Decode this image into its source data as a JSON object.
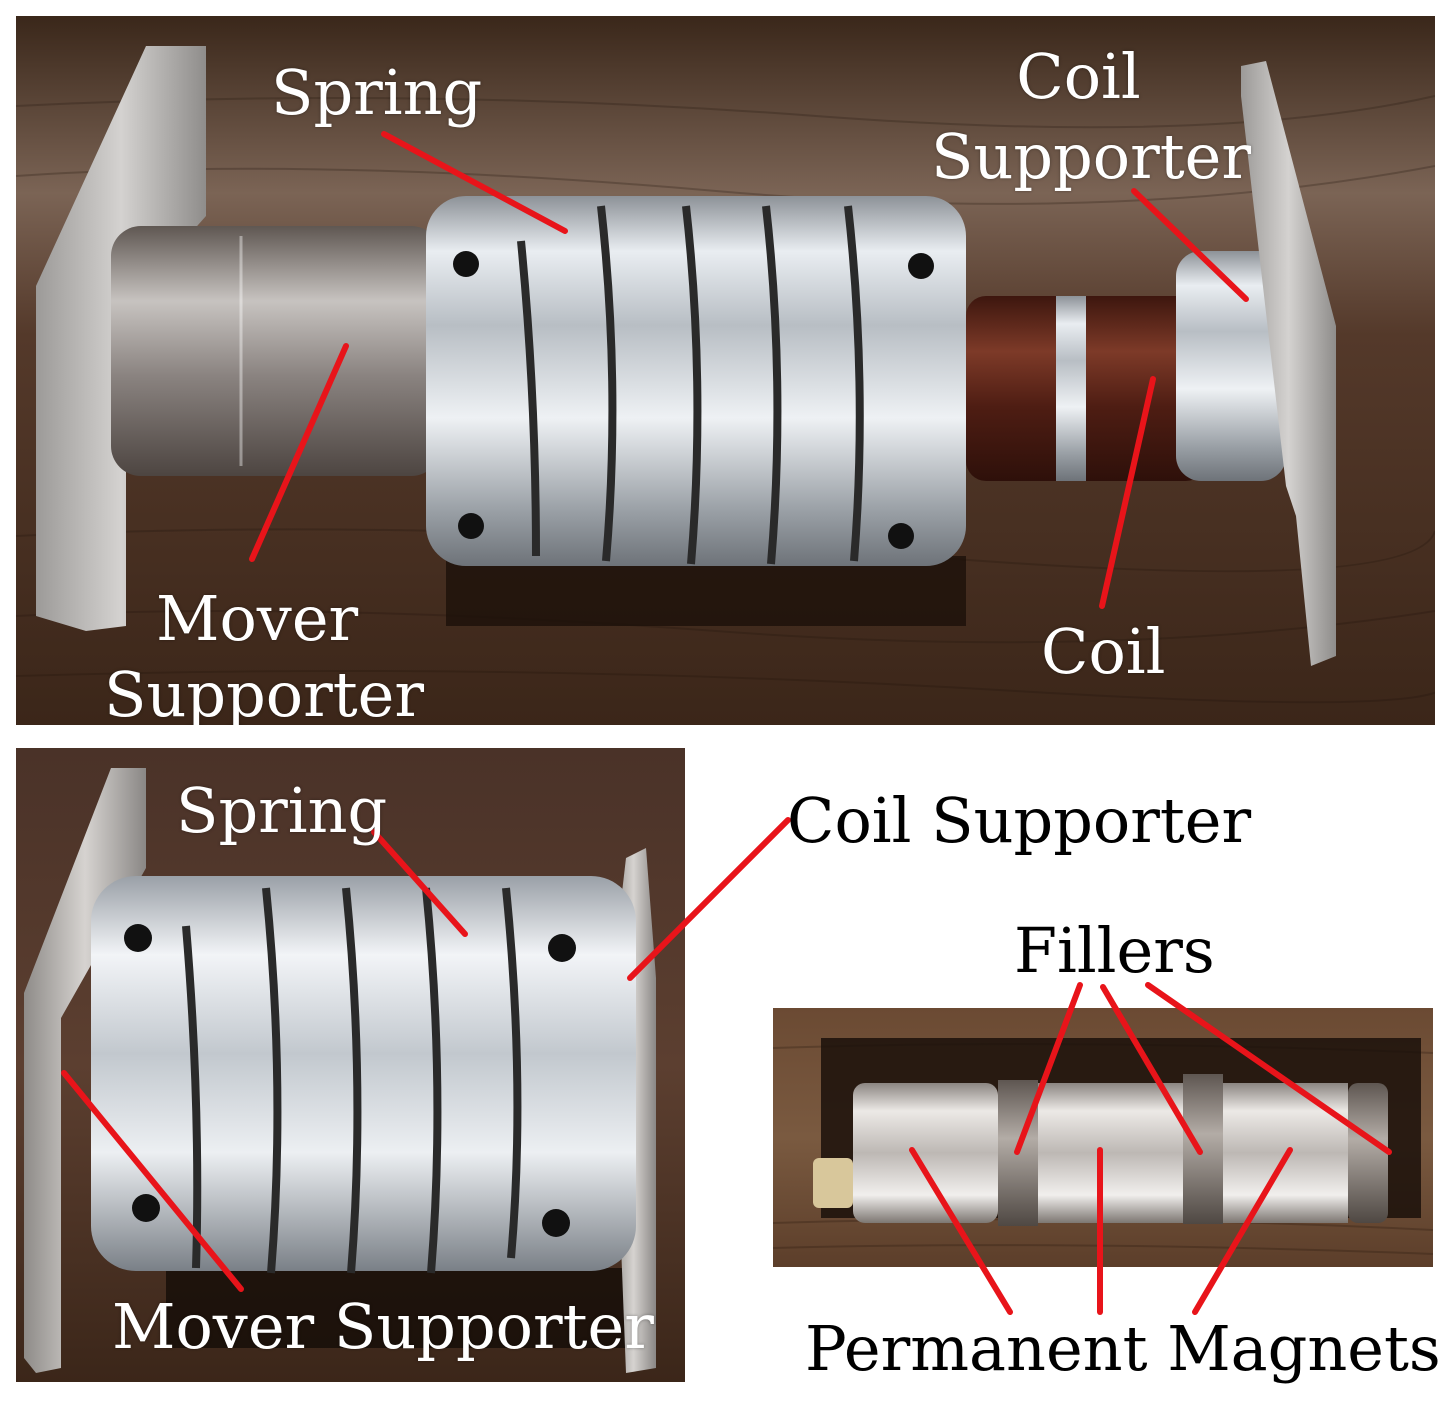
{
  "top_photo": {
    "labels": {
      "spring": "Spring",
      "coil_supporter_line1": "Coil",
      "coil_supporter_line2": "Supporter",
      "mover_supporter_line1": "Mover",
      "mover_supporter_line2": "Supporter",
      "coil": "Coil"
    }
  },
  "bottom_left_photo": {
    "labels": {
      "spring": "Spring",
      "mover_supporter": "Mover Supporter"
    }
  },
  "right_annotations": {
    "coil_supporter": "Coil Supporter",
    "fillers": "Fillers",
    "permanent_magnets": "Permanent Magnets"
  },
  "colors": {
    "leader_line": "#e8141a",
    "wood_dark": "#3e2a1c",
    "wood_light": "#6b4a33",
    "metal": "#c9ced3",
    "coil_copper": "#5a2418"
  }
}
